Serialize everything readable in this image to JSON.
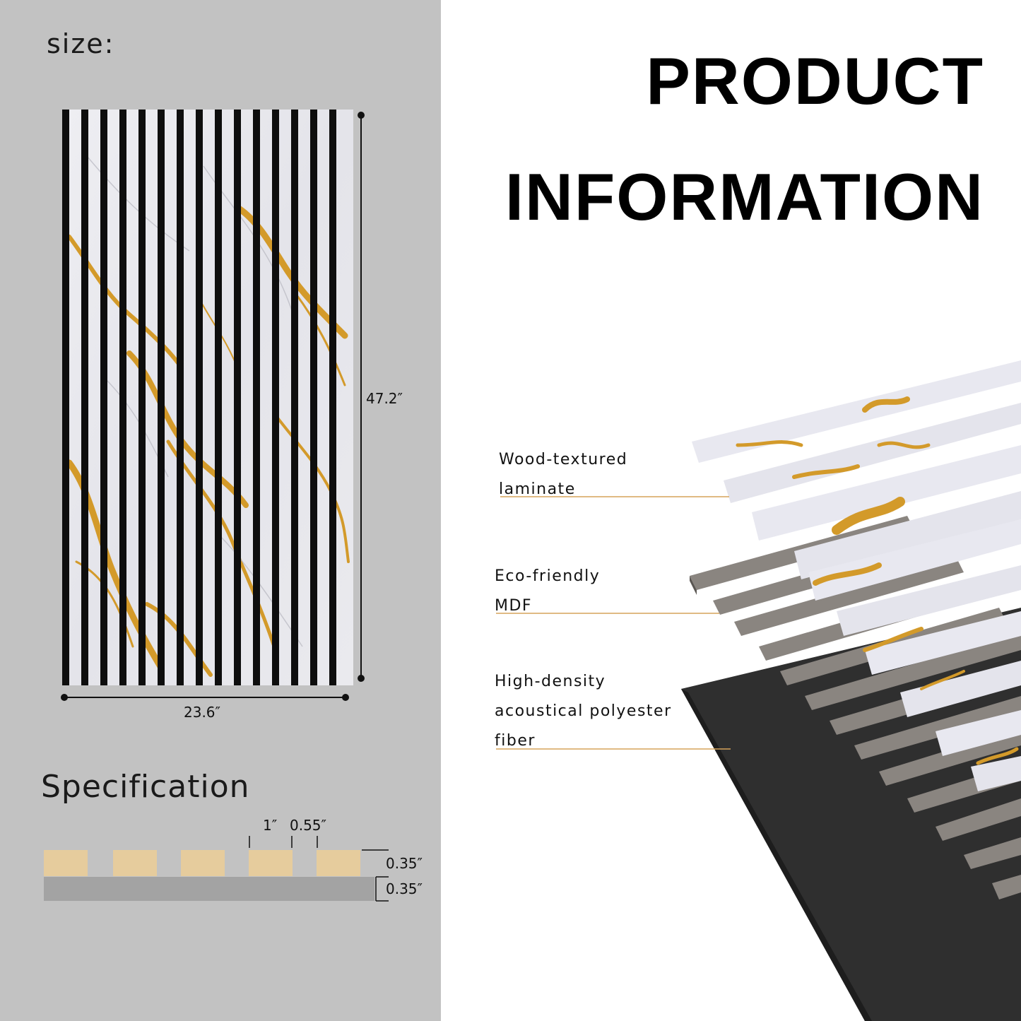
{
  "size_label": "size:",
  "dimensions": {
    "height": "47.2″",
    "width": "23.6″"
  },
  "specification": {
    "title": "Specification",
    "slat_width": "1″",
    "gap_width": "0.55″",
    "slat_thickness": "0.35″",
    "backing_thickness": "0.35″"
  },
  "title": {
    "line1": "PRODUCT",
    "line2": "INFORMATION"
  },
  "layers": [
    {
      "line1": "Wood-textured",
      "line2": "laminate"
    },
    {
      "line1": "Eco-friendly",
      "line2": "MDF"
    },
    {
      "line1": "High-density",
      "line2": "acoustical polyester",
      "line3": "fiber"
    }
  ],
  "colors": {
    "left_background": "#c2c2c2",
    "slat_color": "#e6cc9d",
    "backing_color": "#a3a3a3",
    "leader_line": "#d6a35a",
    "marble_vein": "#d39a2a",
    "felt": "#2f2f2f",
    "mdf": "#8a8580"
  }
}
